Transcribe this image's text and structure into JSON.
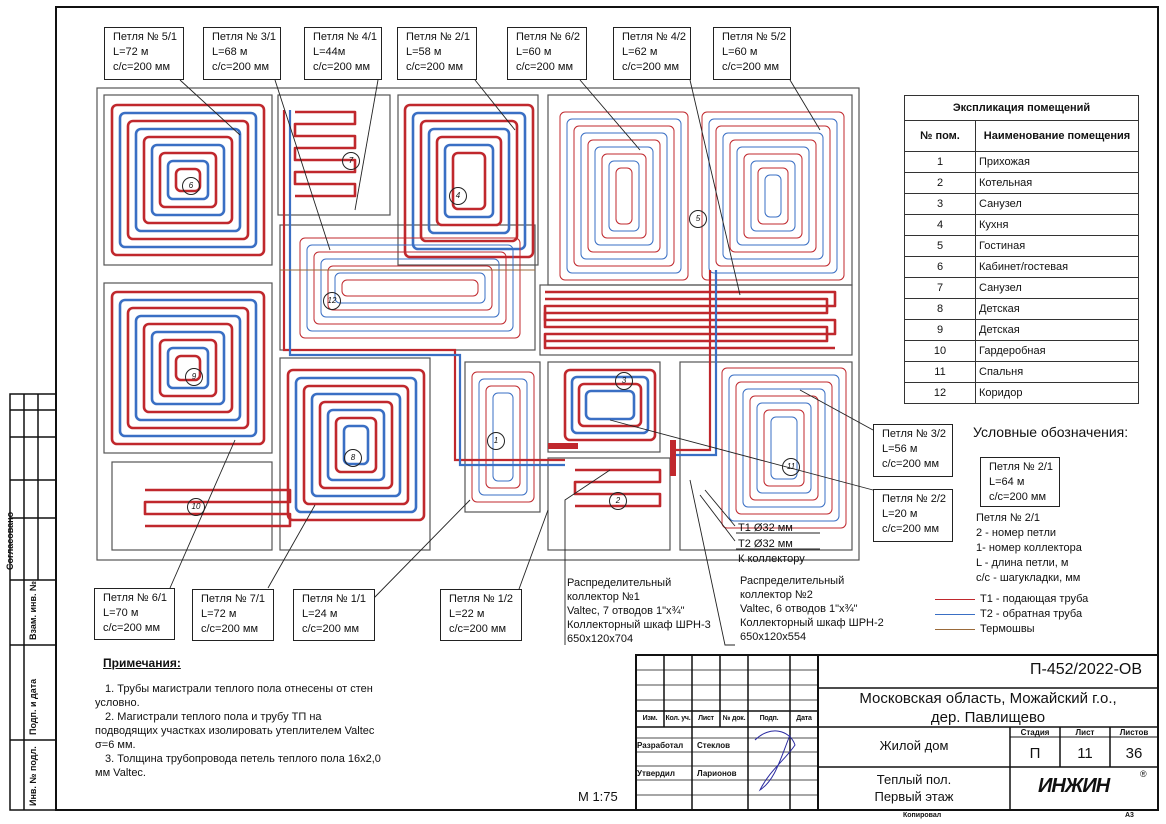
{
  "loops_top": [
    {
      "label": "Петля № 5/1",
      "length": "L=72 м",
      "step": "c/c=200 мм"
    },
    {
      "label": "Петля № 3/1",
      "length": "L=68 м",
      "step": "c/c=200 мм"
    },
    {
      "label": "Петля № 4/1",
      "length": "L=44м",
      "step": "c/c=200 мм"
    },
    {
      "label": "Петля № 2/1",
      "length": "L=58 м",
      "step": "c/c=200 мм"
    },
    {
      "label": "Петля № 6/2",
      "length": "L=60 м",
      "step": "c/c=200 мм"
    },
    {
      "label": "Петля № 4/2",
      "length": "L=62 м",
      "step": "c/c=200 мм"
    },
    {
      "label": "Петля № 5/2",
      "length": "L=60 м",
      "step": "c/c=200 мм"
    }
  ],
  "loops_right": [
    {
      "label": "Петля № 3/2",
      "length": "L=56 м",
      "step": "c/c=200 мм"
    },
    {
      "label": "Петля № 2/2",
      "length": "L=20 м",
      "step": "c/c=200 мм"
    }
  ],
  "loops_bottom": [
    {
      "label": "Петля № 6/1",
      "length": "L=70 м",
      "step": "c/c=200 мм"
    },
    {
      "label": "Петля № 7/1",
      "length": "L=72 м",
      "step": "c/c=200 мм"
    },
    {
      "label": "Петля № 1/1",
      "length": "L=24 м",
      "step": "c/c=200 мм"
    },
    {
      "label": "Петля № 1/2",
      "length": "L=22 м",
      "step": "c/c=200 мм"
    }
  ],
  "room_markers": [
    "1",
    "2",
    "3",
    "4",
    "5",
    "6",
    "7",
    "8",
    "9",
    "10",
    "11",
    "12"
  ],
  "pipes": {
    "t1": "T1 Ø32 мм",
    "t2": "T2 Ø32 мм",
    "to_collector": "К коллектору"
  },
  "collector1": [
    "Распределительный",
    "коллектор №1",
    "Valtec, 7 отводов 1\"х¾\"",
    "Коллекторный шкаф ШРН-3",
    "650х120х704"
  ],
  "collector2": [
    "Распределительный",
    "коллектор №2",
    "Valtec, 6 отводов 1\"х¾\"",
    "Коллекторный шкаф ШРН-2",
    "650х120х554"
  ],
  "explication": {
    "title": "Экспликация помещений",
    "col_num": "№ пом.",
    "col_name": "Наименование помещения",
    "rows": [
      {
        "n": "1",
        "name": "Прихожая"
      },
      {
        "n": "2",
        "name": "Котельная"
      },
      {
        "n": "3",
        "name": "Санузел"
      },
      {
        "n": "4",
        "name": "Кухня"
      },
      {
        "n": "5",
        "name": "Гостиная"
      },
      {
        "n": "6",
        "name": "Кабинет/гостевая"
      },
      {
        "n": "7",
        "name": "Санузел"
      },
      {
        "n": "8",
        "name": "Детская"
      },
      {
        "n": "9",
        "name": "Детская"
      },
      {
        "n": "10",
        "name": "Гардеробная"
      },
      {
        "n": "11",
        "name": "Спальня"
      },
      {
        "n": "12",
        "name": "Коридор"
      }
    ]
  },
  "legend": {
    "title": "Условные обозначения:",
    "sample": {
      "label": "Петля № 2/1",
      "length": "L=64 м",
      "step": "c/c=200 мм"
    },
    "explain": [
      "Петля № 2/1",
      "2 - номер петли",
      "1- номер коллектора",
      "L - длина петли, м",
      "c/c - шагукладки, мм"
    ],
    "lines": [
      {
        "label": "T1 - подающая труба",
        "color": "#c0282d"
      },
      {
        "label": "T2 - обратная труба",
        "color": "#3a6fc4"
      },
      {
        "label": "Термошвы",
        "color": "#9a6a3a"
      }
    ]
  },
  "notes": {
    "title": "Примечания:",
    "items": [
      "1.    Трубы магистрали теплого пола отнесены от стен условно.",
      "2.    Магистрали теплого пола и трубу ТП на подводящих участках изолировать утеплителем Valtec σ=6 мм.",
      "3.    Толщина трубопровода петель теплого пола 16х2,0 мм Valtec."
    ]
  },
  "scale": "М 1:75",
  "title_block": {
    "code": "П-452/2022-ОВ",
    "address": "Московская область, Можайский г.о.,",
    "address2": "дер. Павлищево",
    "object": "Жилой дом",
    "sheet_title": "Теплый пол.",
    "sheet_title2": "Первый этаж",
    "stage_h": "Стадия",
    "sheet_h": "Лист",
    "sheets_h": "Листов",
    "stage": "П",
    "sheet": "11",
    "sheets": "36",
    "cols": [
      "Изм.",
      "Кол. уч.",
      "Лист",
      "№ док.",
      "Подп.",
      "Дата"
    ],
    "developed": "Разработал",
    "developer": "Стеклов",
    "approved": "Утвердил",
    "approver": "Ларионов",
    "logo": "ИНЖИН",
    "copied": "Копировал",
    "format": "А3"
  },
  "side_stamp": [
    "Согласовано",
    "Взам. инв. №",
    "Подп. и дата",
    "Инв. № подл."
  ],
  "colors": {
    "supply": "#c0282d",
    "return": "#3a6fc4",
    "thermal_joint": "#9a6a3a"
  }
}
